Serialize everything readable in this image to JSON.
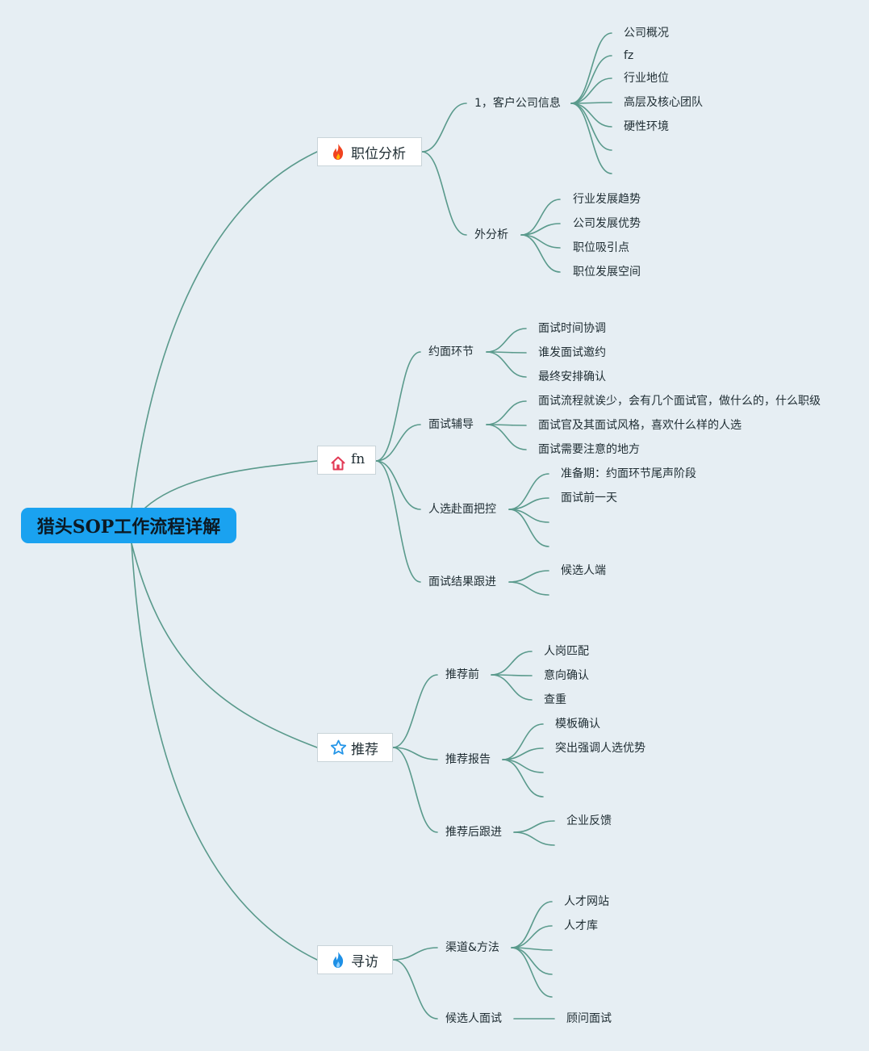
{
  "root": {
    "label": "猎头SOP工作流程详解"
  },
  "branches": [
    {
      "label": "职位分析",
      "icon": "fire-icon",
      "icon_color": "#f0431f",
      "children": [
        {
          "label": "1，客户公司信息",
          "items": [
            "公司概况",
            "fz",
            "行业地位",
            "高层及核心团队",
            "硬性环境",
            "",
            ""
          ]
        },
        {
          "label": "外分析",
          "items": [
            "行业发展趋势",
            "公司发展优势",
            "职位吸引点",
            "职位发展空间"
          ]
        }
      ]
    },
    {
      "label": "fn",
      "icon": "home-icon",
      "icon_color": "#e23a55",
      "children": [
        {
          "label": "约面环节",
          "items": [
            "面试时间协调",
            "谁发面试邀约",
            "最终安排确认"
          ]
        },
        {
          "label": "面试辅导",
          "items": [
            "面试流程就诶少，会有几个面试官，做什么的，什么职级",
            "面试官及其面试风格，喜欢什么样的人选",
            "面试需要注意的地方"
          ]
        },
        {
          "label": "人选赴面把控",
          "items": [
            "准备期：约面环节尾声阶段",
            "面试前一天",
            "",
            ""
          ]
        },
        {
          "label": "面试结果跟进",
          "items": [
            "候选人端",
            ""
          ]
        }
      ]
    },
    {
      "label": "推荐",
      "icon": "star-icon",
      "icon_color": "#2596e8",
      "children": [
        {
          "label": "推荐前",
          "items": [
            "人岗匹配",
            "意向确认",
            "查重"
          ]
        },
        {
          "label": "推荐报告",
          "items": [
            "模板确认",
            "突出强调人选优势",
            "",
            ""
          ]
        },
        {
          "label": "推荐后跟进",
          "items": [
            "企业反馈",
            ""
          ]
        }
      ]
    },
    {
      "label": "寻访",
      "icon": "flame-icon",
      "icon_color": "#1e90e6",
      "children": [
        {
          "label": "渠道&方法",
          "items": [
            "人才网站",
            "人才库",
            "",
            "",
            ""
          ]
        },
        {
          "label": "候选人面试",
          "items": [
            "顾问面试"
          ]
        }
      ]
    }
  ],
  "colors": {
    "link": "#5a9a8c",
    "background": "#e6eef3",
    "root_fill": "#1aa2f0"
  }
}
